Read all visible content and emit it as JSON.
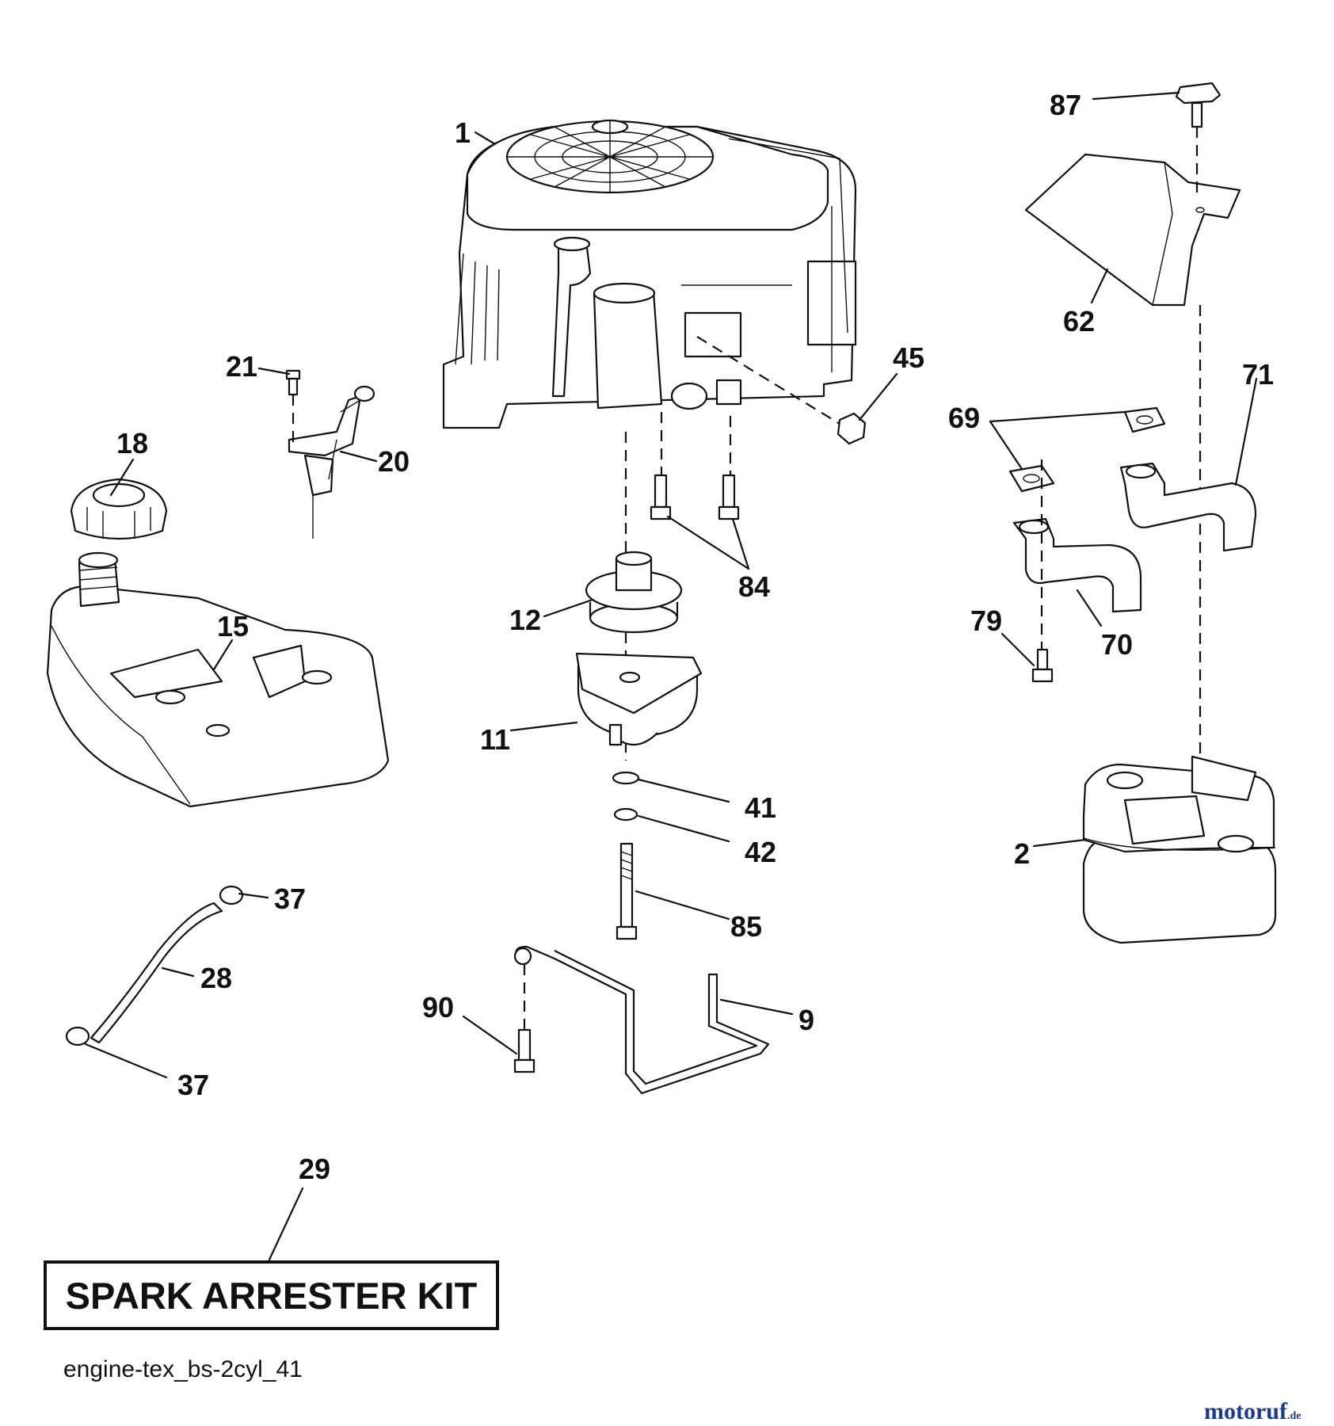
{
  "callouts": [
    {
      "id": "1",
      "text": "1"
    },
    {
      "id": "2",
      "text": "2"
    },
    {
      "id": "9",
      "text": "9"
    },
    {
      "id": "11",
      "text": "11"
    },
    {
      "id": "12",
      "text": "12"
    },
    {
      "id": "15",
      "text": "15"
    },
    {
      "id": "18",
      "text": "18"
    },
    {
      "id": "20",
      "text": "20"
    },
    {
      "id": "21",
      "text": "21"
    },
    {
      "id": "28",
      "text": "28"
    },
    {
      "id": "29",
      "text": "29"
    },
    {
      "id": "37a",
      "text": "37"
    },
    {
      "id": "37b",
      "text": "37"
    },
    {
      "id": "41",
      "text": "41"
    },
    {
      "id": "42",
      "text": "42"
    },
    {
      "id": "45",
      "text": "45"
    },
    {
      "id": "62",
      "text": "62"
    },
    {
      "id": "69",
      "text": "69"
    },
    {
      "id": "70",
      "text": "70"
    },
    {
      "id": "71",
      "text": "71"
    },
    {
      "id": "79",
      "text": "79"
    },
    {
      "id": "84",
      "text": "84"
    },
    {
      "id": "85",
      "text": "85"
    },
    {
      "id": "87",
      "text": "87"
    },
    {
      "id": "90",
      "text": "90"
    }
  ],
  "kit_label": "SPARK ARRESTER KIT",
  "diagram_id": "engine-tex_bs-2cyl_41",
  "watermark": {
    "name": "motoruf",
    "tld": ".de"
  }
}
